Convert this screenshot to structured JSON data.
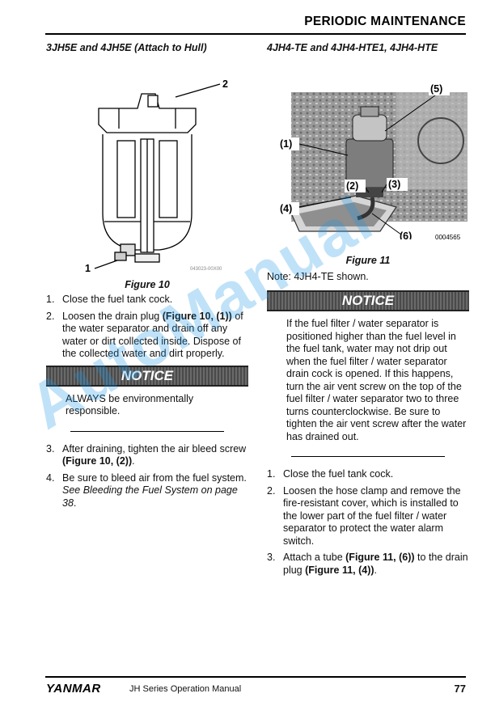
{
  "header": {
    "title": "PERIODIC MAINTENANCE"
  },
  "left": {
    "title": "3JH5E and 4JH5E (Attach to Hull)",
    "figure": {
      "caption": "Figure 10",
      "code": "043023-00X00",
      "callout_1": "1",
      "callout_2": "2"
    },
    "steps": [
      {
        "num": "1.",
        "text": "Close the fuel tank cock."
      },
      {
        "num": "2.",
        "pre": "Loosen the drain plug ",
        "bold": "(Figure 10, (1))",
        "post": " of the water separator and drain off any water or dirt collected inside. Dispose of the collected water and dirt properly."
      }
    ],
    "notice": {
      "label": "NOTICE",
      "text": "ALWAYS be environmentally responsible."
    },
    "steps2": [
      {
        "num": "3.",
        "pre": "After draining, tighten the air bleed screw ",
        "bold": "(Figure 10, (2))",
        "post": "."
      },
      {
        "num": "4.",
        "pre": "Be sure to bleed air from the fuel system. ",
        "italic": "See Bleeding the Fuel System on page 38",
        "post": "."
      }
    ]
  },
  "right": {
    "title": "4JH4-TE and 4JH4-HTE1, 4JH4-HTE",
    "figure": {
      "caption": "Figure 11",
      "code": "0004565",
      "callouts": [
        "(1)",
        "(2)",
        "(3)",
        "(4)",
        "(5)",
        "(6)"
      ]
    },
    "note": "Note: 4JH4-TE shown.",
    "notice": {
      "label": "NOTICE",
      "text": "If the fuel filter / water separator is positioned higher than the fuel level in the fuel tank, water may not drip out when the fuel filter / water separator drain cock is opened. If this happens, turn the air vent screw on the top of the fuel filter / water separator two to three turns counterclockwise. Be sure to tighten the air vent screw after the water has drained out."
    },
    "steps": [
      {
        "num": "1.",
        "text": "Close the fuel tank cock."
      },
      {
        "num": "2.",
        "text": "Loosen the hose clamp and remove the fire-resistant cover, which is installed to the lower part of the fuel filter / water separator to protect the water alarm switch."
      },
      {
        "num": "3.",
        "pre": "Attach a tube ",
        "bold1": "(Figure 11, (6))",
        "mid": " to the drain plug ",
        "bold2": "(Figure 11, (4))",
        "post": "."
      }
    ]
  },
  "footer": {
    "logo": "YANMAR",
    "manual": "JH Series Operation Manual",
    "page": "77"
  },
  "watermark": "AutoManual"
}
